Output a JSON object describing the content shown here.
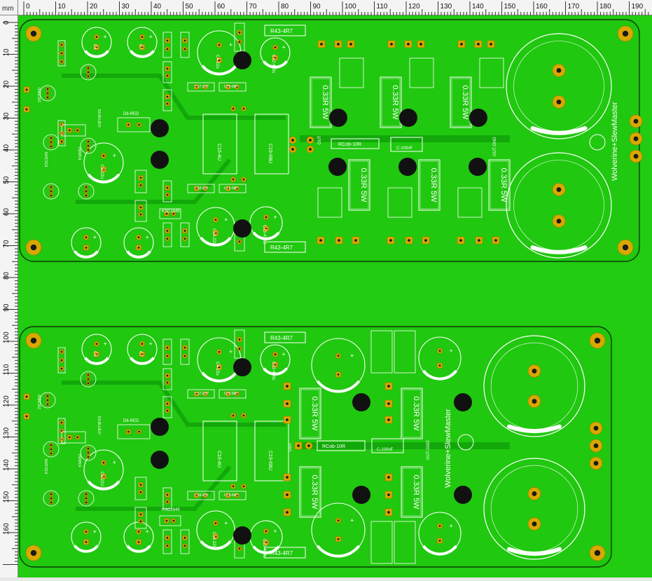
{
  "ruler": {
    "unit_label": "mm",
    "top_ticks": [
      "0",
      "10",
      "20",
      "30",
      "40",
      "50",
      "60",
      "70",
      "80",
      "90",
      "100",
      "110",
      "120",
      "130",
      "140",
      "150",
      "160",
      "170",
      "180",
      "190"
    ],
    "left_ticks": [
      "0",
      "10",
      "20",
      "30",
      "40",
      "50",
      "60",
      "70",
      "80",
      "90",
      "100",
      "110",
      "120",
      "130",
      "140",
      "150",
      "160"
    ]
  },
  "colors": {
    "pcb_green": "#22cc11",
    "copper_dark": "#12a80a",
    "pad_gold": "#d9a800",
    "silk": "#ffffff"
  },
  "boards": [
    {
      "id": "board-top",
      "labels": {
        "brand": "Wolverine+SlewMaster",
        "r_out_a": "R43-4R7",
        "r_out_b": "R43-4R7",
        "rcob": "RCob-10R",
        "c_out": "C-100nF",
        "out": "OUT",
        "out_gnd": "OUT-GND",
        "emitter_res": [
          "0.33R 5W",
          "0.33R 5W",
          "0.33R 5W",
          "0.33R 5W",
          "0.33R 5W",
          "0.33R 5W"
        ],
        "cap_labels": [
          "C5",
          "C7",
          "C4-22u",
          "C12-470u",
          "C17-33P",
          "C20-68P",
          "C16-4U",
          "C19-68U",
          "C8-22U",
          "C14-22U",
          "C15-470U",
          "C18-33P",
          "C13-68P"
        ],
        "misc": [
          "D6-RED",
          "D3-BLUE/V",
          "KSC1845",
          "KSA992",
          "KSC1845",
          "2SC5200"
        ]
      }
    },
    {
      "id": "board-bottom",
      "labels": {
        "brand": "Wolverine+SlewMaster",
        "r_out_a": "R43-4R7",
        "r_out_b": "R43-4R7",
        "rcob": "RCob-10R",
        "c_out": "C-100nF",
        "out": "OUT",
        "out_gnd": "OUT-GND",
        "emitter_res": [
          "0.33R 5W",
          "0.33R 5W",
          "0.33R 5W",
          "0.33R 5W"
        ],
        "cap_labels": [
          "C5",
          "C7",
          "C4-22u",
          "C12-470u",
          "C17-33P",
          "C20-68P",
          "C16-4U",
          "C19-68U",
          "C8-22U",
          "C14-22U",
          "C15-470U",
          "C18-33P",
          "C13-68P"
        ],
        "misc": [
          "D6-RED",
          "D3-BLUE/V",
          "KSC1845",
          "KSA992",
          "KSC1845",
          "2SC5200"
        ]
      }
    }
  ]
}
